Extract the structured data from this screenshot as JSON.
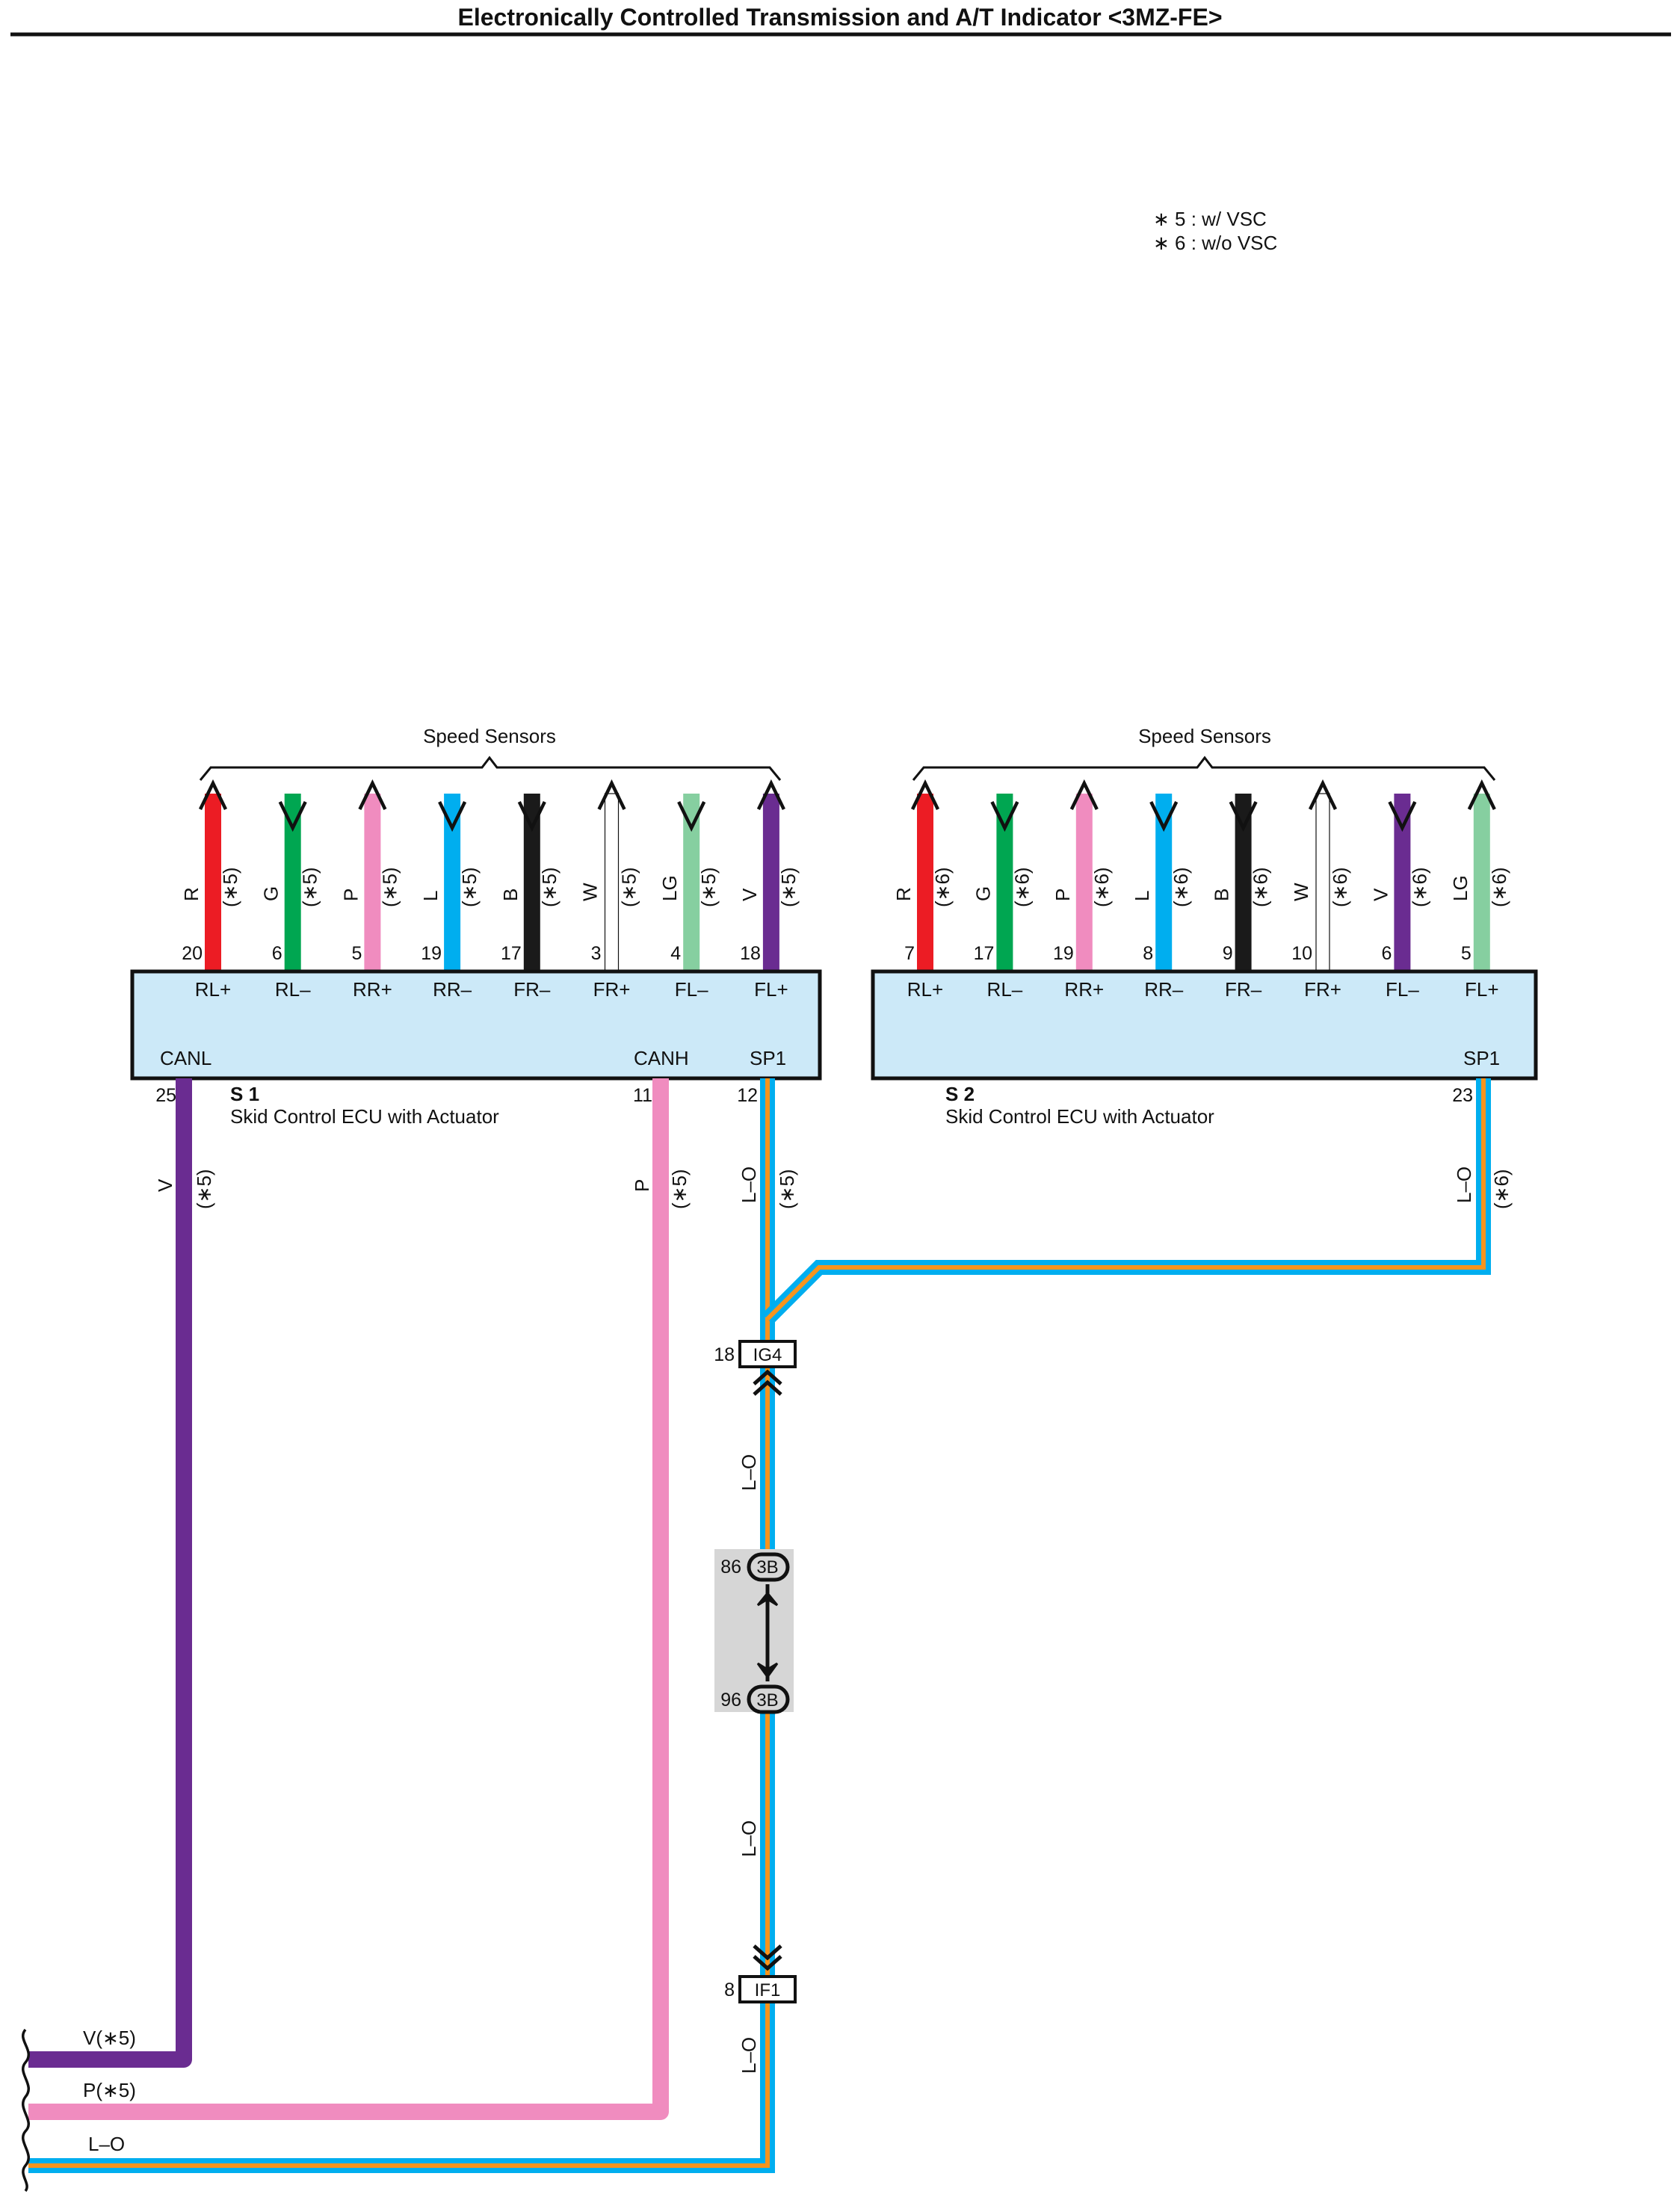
{
  "title": "Electronically Controlled Transmission and A/T Indicator <3MZ-FE>",
  "notes": [
    "∗ 5 : w/ VSC",
    "∗ 6 : w/o VSC"
  ],
  "colors": {
    "R": "#ec1c24",
    "G": "#00a651",
    "P": "#f08cbf",
    "L": "#00aeef",
    "B": "#1a1a1a",
    "W": "#ffffff",
    "LG": "#86cfa0",
    "V": "#6a2c91",
    "O": "#f7941d",
    "ecu_fill": "#cce9f8",
    "splice_fill": "#d6d6d6"
  },
  "ecus": [
    {
      "id": "S 1",
      "name": "Skid Control ECU with Actuator",
      "group_label": "Speed Sensors",
      "wires": [
        {
          "color": "R",
          "note": "(∗5)",
          "pin": "20",
          "term": "RL+",
          "dir": "up"
        },
        {
          "color": "G",
          "note": "(∗5)",
          "pin": "6",
          "term": "RL–",
          "dir": "down"
        },
        {
          "color": "P",
          "note": "(∗5)",
          "pin": "5",
          "term": "RR+",
          "dir": "up"
        },
        {
          "color": "L",
          "note": "(∗5)",
          "pin": "19",
          "term": "RR–",
          "dir": "down"
        },
        {
          "color": "B",
          "note": "(∗5)",
          "pin": "17",
          "term": "FR–",
          "dir": "down"
        },
        {
          "color": "W",
          "note": "(∗5)",
          "pin": "3",
          "term": "FR+",
          "dir": "up"
        },
        {
          "color": "LG",
          "note": "(∗5)",
          "pin": "4",
          "term": "FL–",
          "dir": "down"
        },
        {
          "color": "V",
          "note": "(∗5)",
          "pin": "18",
          "term": "FL+",
          "dir": "up"
        }
      ],
      "bottom_terms": [
        "CANL",
        "CANH",
        "SP1"
      ],
      "bottom_pins": [
        "25",
        "11",
        "12"
      ]
    },
    {
      "id": "S 2",
      "name": "Skid Control ECU with Actuator",
      "group_label": "Speed Sensors",
      "wires": [
        {
          "color": "R",
          "note": "(∗6)",
          "pin": "7",
          "term": "RL+",
          "dir": "up"
        },
        {
          "color": "G",
          "note": "(∗6)",
          "pin": "17",
          "term": "RL–",
          "dir": "down"
        },
        {
          "color": "P",
          "note": "(∗6)",
          "pin": "19",
          "term": "RR+",
          "dir": "up"
        },
        {
          "color": "L",
          "note": "(∗6)",
          "pin": "8",
          "term": "RR–",
          "dir": "down"
        },
        {
          "color": "B",
          "note": "(∗6)",
          "pin": "9",
          "term": "FR–",
          "dir": "down"
        },
        {
          "color": "W",
          "note": "(∗6)",
          "pin": "10",
          "term": "FR+",
          "dir": "up"
        },
        {
          "color": "V",
          "note": "(∗6)",
          "pin": "6",
          "term": "FL–",
          "dir": "down"
        },
        {
          "color": "LG",
          "note": "(∗6)",
          "pin": "5",
          "term": "FL+",
          "dir": "up"
        }
      ],
      "bottom_terms": [
        "SP1"
      ],
      "bottom_pins": [
        "23"
      ]
    }
  ],
  "outputs": {
    "canl": {
      "color": "V",
      "note": "(∗5)"
    },
    "canh": {
      "color": "P",
      "note": "(∗5)"
    },
    "sp1_s1": {
      "color": "L–O",
      "note": "(∗5)"
    },
    "sp1_s2": {
      "color": "L–O",
      "note": "(∗6)"
    }
  },
  "connectors": {
    "ig4": {
      "pin": "18",
      "name": "IG4"
    },
    "splice_top": {
      "pin": "86",
      "name": "3B"
    },
    "splice_bottom": {
      "pin": "96",
      "name": "3B"
    },
    "if1": {
      "pin": "8",
      "name": "IF1"
    }
  },
  "trunk_labels": [
    "L–O",
    "L–O",
    "L–O"
  ],
  "exits": [
    {
      "label": "V(∗5)",
      "color": "V"
    },
    {
      "label": "P(∗5)",
      "color": "P"
    },
    {
      "label": "L–O",
      "color": "L-O"
    }
  ]
}
